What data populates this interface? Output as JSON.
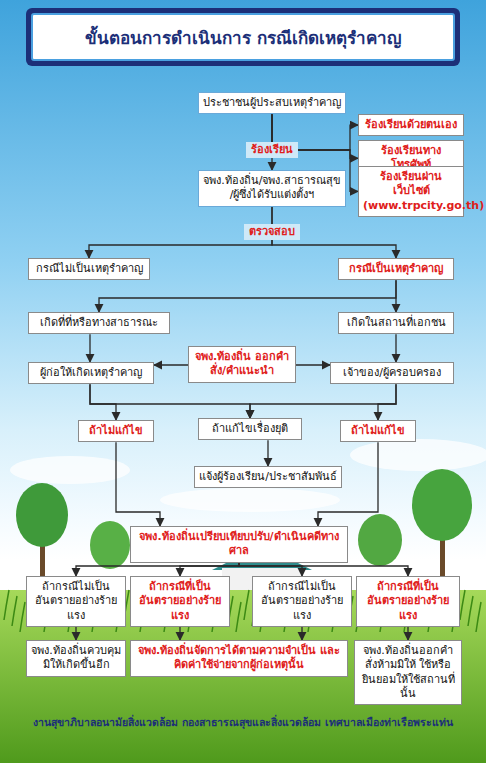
{
  "diagram": {
    "title": "ขั้นตอนการดำเนินการ กรณีเกิดเหตุรำคาญ",
    "caption": "งานสุขาภิบาลอนามัยสิ่งแวดล้อม กองสาธารณสุขและสิ่งแวดล้อม เทศบาลเมืองท่าเรือพระแท่น",
    "nodes": [
      {
        "text": [
          "ประชาชนผู้ประสบเหตุรำคาญ"
        ]
      },
      {
        "text": [
          "ร้องเรียนด้วยตนเอง"
        ]
      },
      {
        "text": [
          "ร้องเรียนทางโทรศัพท์"
        ]
      },
      {
        "text": [
          "ร้องเรียนผ่านเว็บไซต์ (www.trpcity.go.th)"
        ]
      },
      {
        "text": [
          "จพง.ท้องถิ่น/จพง.สาธารณสุข /ผู้ซึ่งได้รับแต่งตั้งฯ"
        ]
      },
      {
        "text": [
          "กรณีไม่เป็นเหตุรำคาญ"
        ]
      },
      {
        "text": [
          "กรณีเป็นเหตุรำคาญ"
        ]
      },
      {
        "text": [
          "เกิดที่ที่หรือทางสาธารณะ"
        ]
      },
      {
        "text": [
          "เกิดในสถานที่เอกชน"
        ]
      },
      {
        "text": [
          "ผู้ก่อให้เกิดเหตุรำคาญ"
        ]
      },
      {
        "text": [
          "จพง.ท้องถิ่น ออกคำสั่ง/คำแนะนำ"
        ]
      },
      {
        "text": [
          "เจ้าของ/ผู้ครอบครอง"
        ]
      },
      {
        "text": [
          "ถ้าไม่แก้ไข"
        ]
      },
      {
        "text": [
          "ถ้าแก้ไขเรื่องยุติ"
        ]
      },
      {
        "text": [
          "ถ้าไม่แก้ไข"
        ]
      },
      {
        "text": [
          "แจ้งผู้ร้องเรียน/ประชาสัมพันธ์"
        ]
      },
      {
        "text": [
          "จพง.ท้องถิ่นเปรียบเทียบปรับ/ดำเนินคดีทางศาล"
        ]
      },
      {
        "text": [
          "ถ้ากรณีไม่เป็น อันตรายอย่างร้ายแรง"
        ]
      },
      {
        "text": [
          "ถ้ากรณีที่เป็น อันตรายอย่างร้ายแรง"
        ]
      },
      {
        "text": [
          "ถ้ากรณีไม่เป็น อันตรายอย่างร้ายแรง"
        ]
      },
      {
        "text": [
          "ถ้ากรณีที่เป็น อันตรายอย่างร้ายแรง"
        ]
      },
      {
        "text": [
          "จพง.ท้องถิ่นควบคุม มิให้เกิดขึ้นอีก"
        ]
      },
      {
        "text": [
          "จพง.ท้องถิ่นจัดการได้ตามความจำเป็น และคิดค่าใช้จ่ายจากผู้ก่อเหตุนั้น"
        ]
      },
      {
        "text": [
          "จพง.ท้องถิ่นออกคำสั่งห้ามมิให้ ใช้หรือยินยอมให้ใช้สถานที่นั้น"
        ]
      }
    ],
    "edges": [
      {
        "from": 0,
        "to": 4,
        "arrow": "to",
        "label": "ร้องเรียน"
      },
      {
        "from": 0,
        "to": 1,
        "arrow": "to"
      },
      {
        "from": 0,
        "to": 2,
        "arrow": "to"
      },
      {
        "from": 0,
        "to": 3,
        "arrow": "to"
      },
      {
        "from": 4,
        "to": 5,
        "arrow": "to",
        "label": "ตรวจสอบ"
      },
      {
        "from": 4,
        "to": 6,
        "arrow": "to"
      },
      {
        "from": 6,
        "to": 7,
        "arrow": "to"
      },
      {
        "from": 6,
        "to": 8,
        "arrow": "to"
      },
      {
        "from": 7,
        "to": 9,
        "arrow": "to"
      },
      {
        "from": 8,
        "to": 11,
        "arrow": "to"
      },
      {
        "from": 10,
        "to": 9,
        "arrow": "to"
      },
      {
        "from": 10,
        "to": 11,
        "arrow": "to"
      },
      {
        "from": 9,
        "to": 12,
        "arrow": "to"
      },
      {
        "from": 9,
        "to": 13,
        "arrow": "to"
      },
      {
        "from": 11,
        "to": 13,
        "arrow": "to"
      },
      {
        "from": 11,
        "to": 14,
        "arrow": "to"
      },
      {
        "from": 13,
        "to": 15,
        "arrow": "to"
      },
      {
        "from": 12,
        "to": 16,
        "arrow": "to"
      },
      {
        "from": 14,
        "to": 16,
        "arrow": "to"
      },
      {
        "from": 16,
        "to": 17,
        "arrow": "to"
      },
      {
        "from": 16,
        "to": 18,
        "arrow": "to"
      },
      {
        "from": 16,
        "to": 19,
        "arrow": "to"
      },
      {
        "from": 16,
        "to": 20,
        "arrow": "to"
      },
      {
        "from": 17,
        "to": 21,
        "arrow": "to"
      },
      {
        "from": 18,
        "to": 22,
        "arrow": "to"
      },
      {
        "from": 19,
        "to": 22,
        "arrow": "to"
      },
      {
        "from": 20,
        "to": 23,
        "arrow": "to"
      }
    ]
  }
}
